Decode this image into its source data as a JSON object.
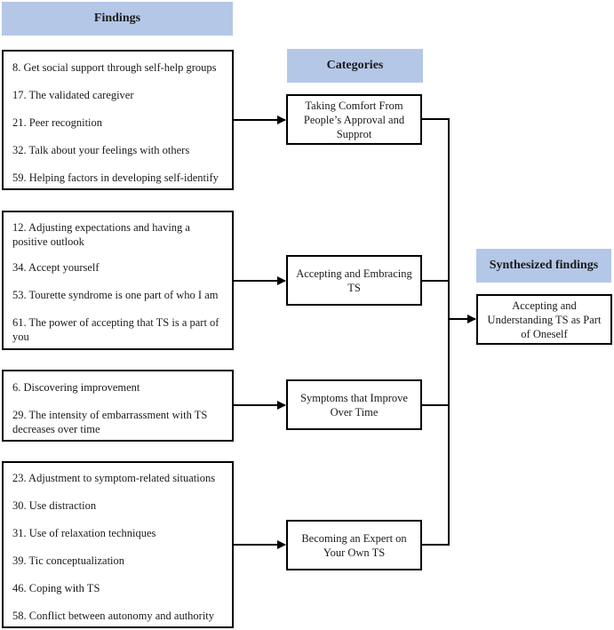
{
  "headers": {
    "findings": "Findings",
    "categories": "Categories",
    "synthesized": "Synthesized findings"
  },
  "groups": [
    {
      "findings": [
        "8.  Get social support through self-help groups",
        "17. The validated caregiver",
        "21. Peer recognition",
        "32. Talk about your feelings with others",
        "59. Helping factors in developing self-identify"
      ],
      "category": "Taking Comfort From People’s Approval and Supprot"
    },
    {
      "findings": [
        "12. Adjusting expectations and having a positive outlook",
        "34. Accept yourself",
        "53. Tourette syndrome is one part of who I am",
        "61. The power of accepting that TS is a part of you"
      ],
      "category": "Accepting and Embracing TS"
    },
    {
      "findings": [
        "6.   Discovering improvement",
        "29. The intensity of embarrassment with TS decreases over time"
      ],
      "category": "Symptoms that Improve Over Time"
    },
    {
      "findings": [
        "23. Adjustment to symptom-related situations",
        "30. Use distraction",
        "31. Use of relaxation techniques",
        "39. Tic conceptualization",
        "46. Coping with TS",
        "58. Conflict between autonomy and authority"
      ],
      "category": "Becoming an Expert on Your Own TS"
    }
  ],
  "synthesized": "Accepting and Understanding TS as Part of Oneself"
}
